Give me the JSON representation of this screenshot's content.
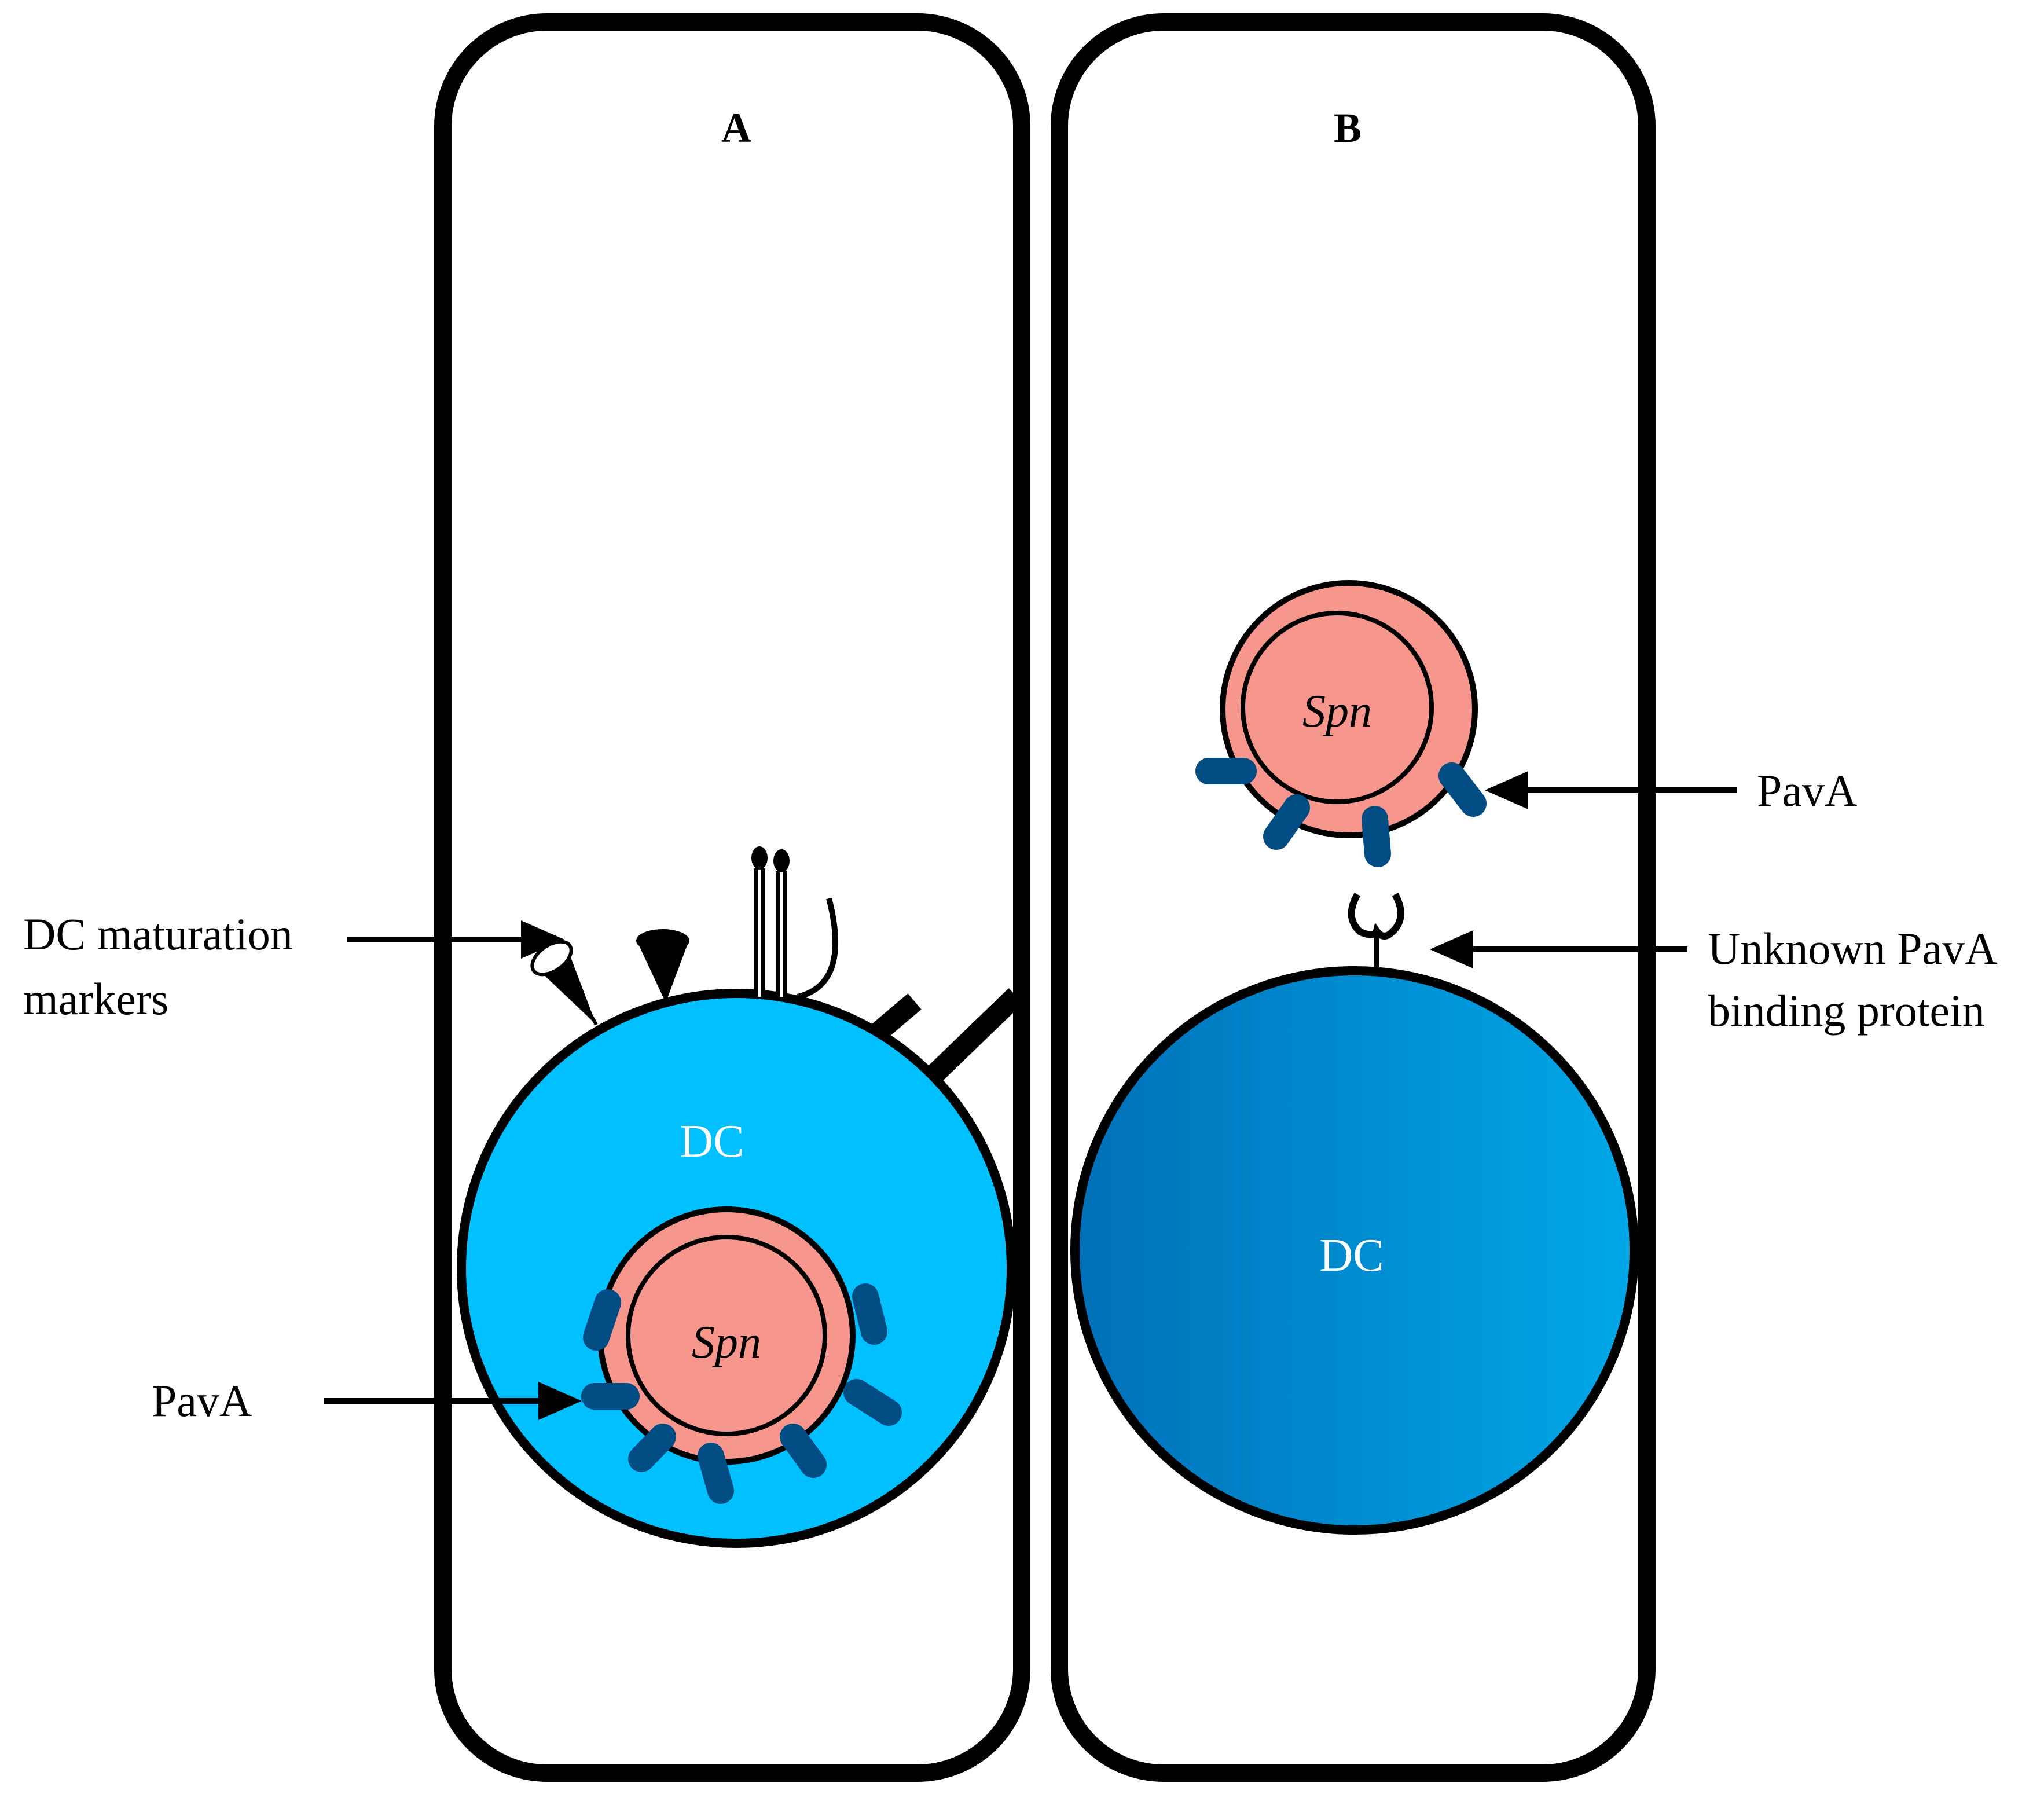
{
  "colors": {
    "outline": "#000000",
    "background": "#ffffff",
    "dc_a_fill": "#00c0ff",
    "dc_b_fill_left": "#0070b8",
    "dc_b_fill_right": "#00a8e8",
    "spn_fill": "#f7968c",
    "pava_fill": "#024c84",
    "dc_text": "#ffffff"
  },
  "panels": [
    {
      "letter": "A",
      "dc_label": "DC",
      "spn_label": "Spn",
      "markers_label_line1": "DC maturation",
      "markers_label_line2": "markers",
      "pava_label": "PavA"
    },
    {
      "letter": "B",
      "dc_label": "DC",
      "spn_label": "Spn",
      "pava_label": "PavA",
      "binding_label_line1": "Unknown PavA",
      "binding_label_line2": "binding protein"
    }
  ]
}
